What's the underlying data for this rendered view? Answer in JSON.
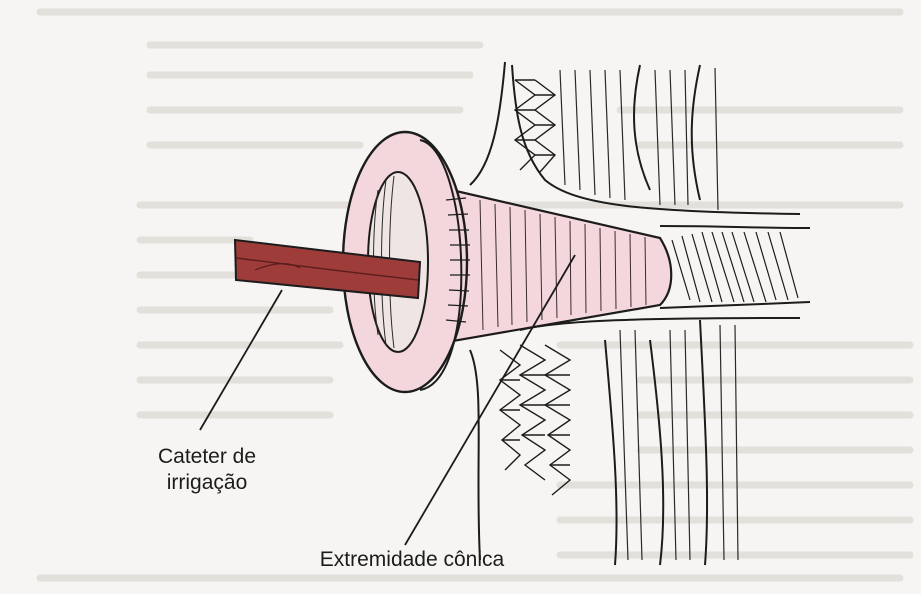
{
  "labels": {
    "catheter_line1": "Cateter de",
    "catheter_line2": "irrigação",
    "conical_tip": "Extremidade cônica"
  },
  "colors": {
    "paper": "#f6f5f3",
    "ink": "#1c1c1c",
    "cone_fill": "#f4d7dc",
    "catheter_fill": "#9e3c3a",
    "background_text_ghost": "#cfcac4"
  }
}
